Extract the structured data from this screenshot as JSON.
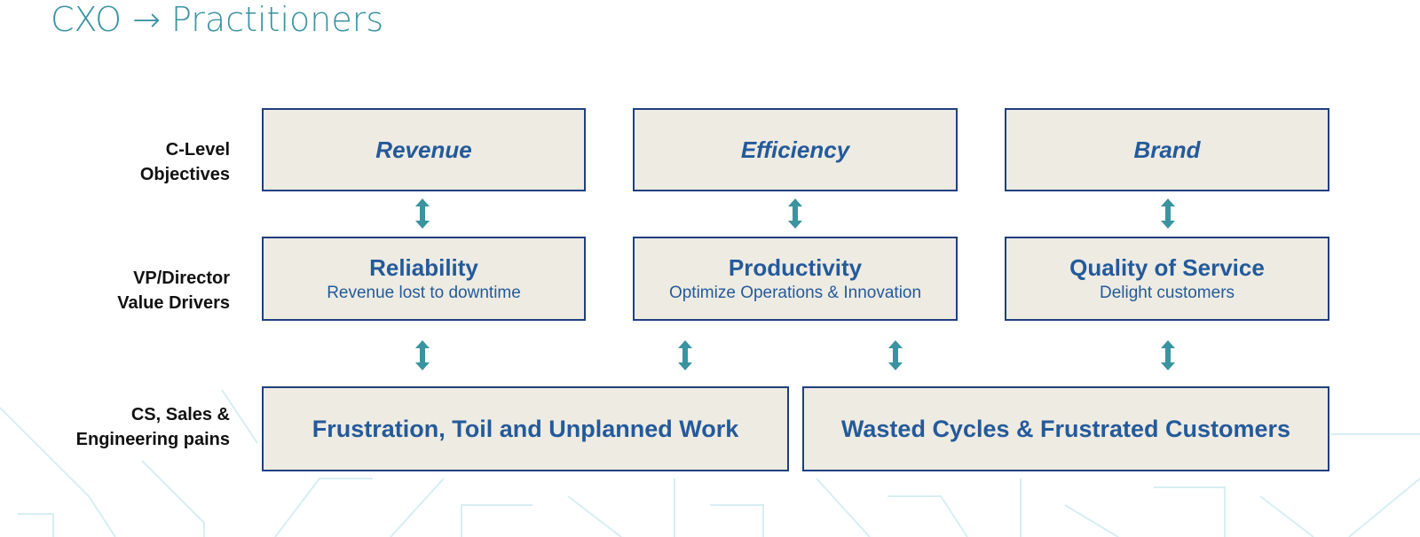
{
  "title": "CXO → Practitioners",
  "row_labels": [
    [
      "C-Level",
      "Objectives"
    ],
    [
      "VP/Director",
      "Value Drivers"
    ],
    [
      "CS, Sales &",
      "Engineering pains"
    ]
  ],
  "objectives": [
    "Revenue",
    "Efficiency",
    "Brand"
  ],
  "drivers": [
    {
      "title": "Reliability",
      "subtitle": "Revenue lost to downtime"
    },
    {
      "title": "Productivity",
      "subtitle": "Optimize Operations & Innovation"
    },
    {
      "title": "Quality of Service",
      "subtitle": "Delight customers"
    }
  ],
  "pains": [
    "Frustration, Toil and Unplanned Work",
    "Wasted Cycles & Frustrated Customers"
  ],
  "colors": {
    "title": "#3a93a0",
    "box_fill": "#eeebe3",
    "box_border": "#1f3f7f",
    "box_text": "#245a9a",
    "arrow": "#3a93a0"
  }
}
